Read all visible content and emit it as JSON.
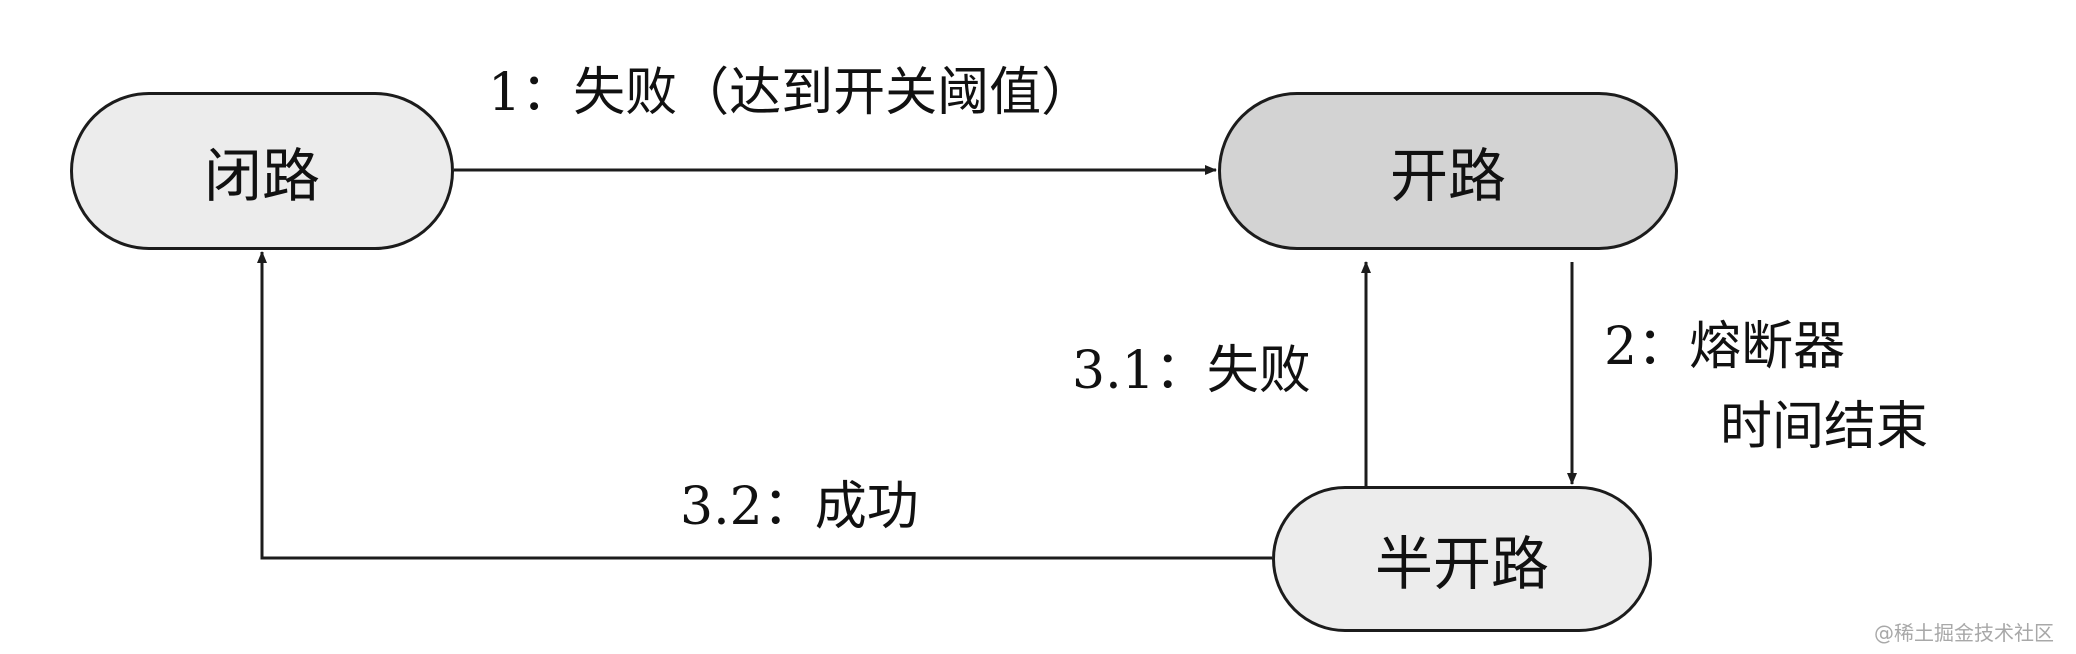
{
  "states": {
    "closed": "闭路",
    "open": "开路",
    "half_open": "半开路"
  },
  "transitions": {
    "t1": "1：失败（达到开关阈值）",
    "t2_line1": "2：熔断器",
    "t2_line2": "时间结束",
    "t3_1": "3.1：失败",
    "t3_2": "3.2：成功"
  },
  "watermark": "@稀土掘金技术社区",
  "colors": {
    "closed_fill": "#ececec",
    "open_fill": "#d3d3d3",
    "half_open_fill": "#ececec",
    "stroke": "#1c1c1c"
  }
}
